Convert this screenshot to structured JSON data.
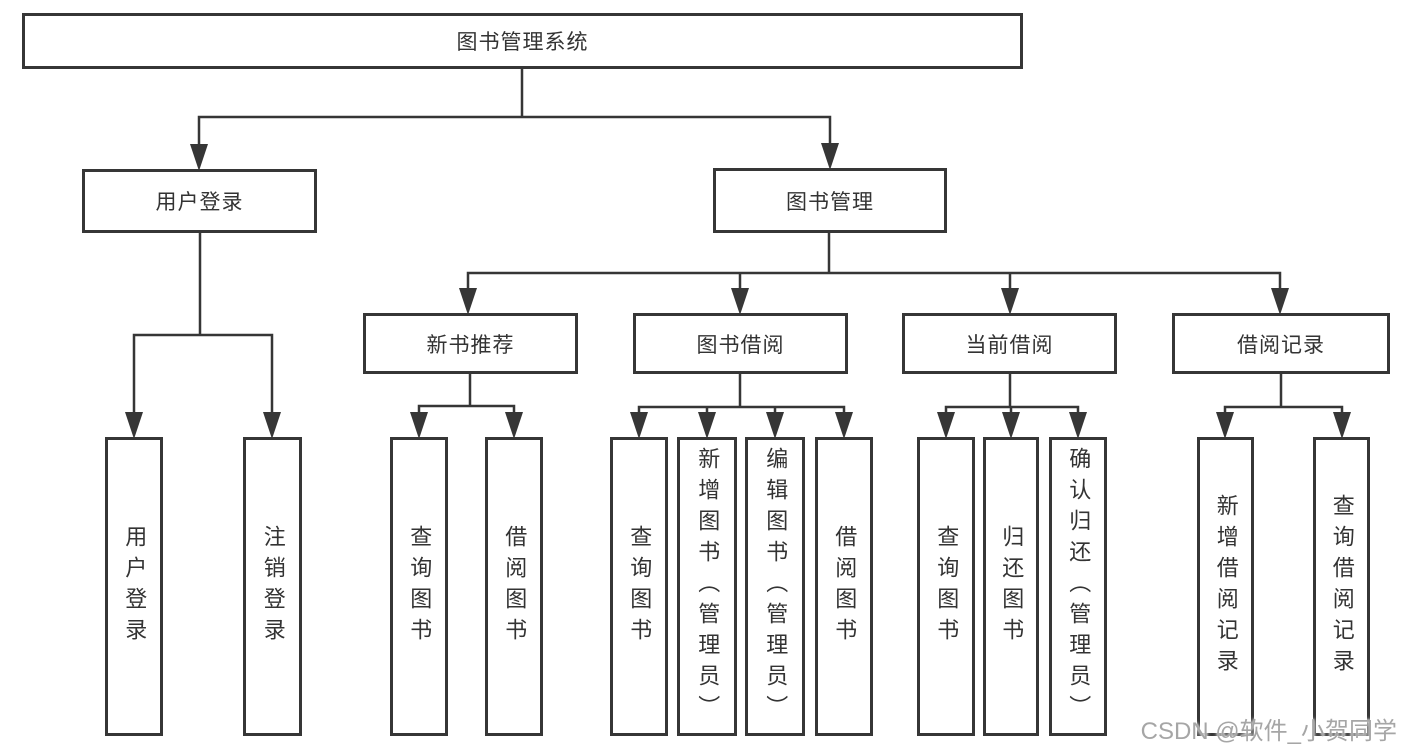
{
  "colors": {
    "line": "#363636",
    "box_border": "#363636",
    "text": "#333333",
    "watermark": "#a6a6a6",
    "background": "#ffffff"
  },
  "watermark": "CSDN @软件_小贺同学",
  "tree": {
    "root": "图书管理系统",
    "level2": {
      "user_login": "用户登录",
      "book_mgmt": "图书管理"
    },
    "level3": {
      "new_book_rec": "新书推荐",
      "book_borrow": "图书借阅",
      "current_borrow": "当前借阅",
      "borrow_record": "借阅记录"
    },
    "leaves": {
      "login": "用户登录",
      "logout": "注销登录",
      "rec_query": "查询图书",
      "rec_borrow": "借阅图书",
      "bb_query": "查询图书",
      "bb_add": "新增图书（管理员）",
      "bb_edit": "编辑图书（管理员）",
      "bb_borrow": "借阅图书",
      "cb_query": "查询图书",
      "cb_return": "归还图书",
      "cb_confirm": "确认归还（管理员）",
      "br_add": "新增借阅记录",
      "br_query": "查询借阅记录"
    },
    "edges": [
      [
        "root",
        "user_login"
      ],
      [
        "root",
        "book_mgmt"
      ],
      [
        "user_login",
        "login"
      ],
      [
        "user_login",
        "logout"
      ],
      [
        "book_mgmt",
        "new_book_rec"
      ],
      [
        "book_mgmt",
        "book_borrow"
      ],
      [
        "book_mgmt",
        "current_borrow"
      ],
      [
        "book_mgmt",
        "borrow_record"
      ],
      [
        "new_book_rec",
        "rec_query"
      ],
      [
        "new_book_rec",
        "rec_borrow"
      ],
      [
        "book_borrow",
        "bb_query"
      ],
      [
        "book_borrow",
        "bb_add"
      ],
      [
        "book_borrow",
        "bb_edit"
      ],
      [
        "book_borrow",
        "bb_borrow"
      ],
      [
        "current_borrow",
        "cb_query"
      ],
      [
        "current_borrow",
        "cb_return"
      ],
      [
        "current_borrow",
        "cb_confirm"
      ],
      [
        "borrow_record",
        "br_add"
      ],
      [
        "borrow_record",
        "br_query"
      ]
    ]
  }
}
